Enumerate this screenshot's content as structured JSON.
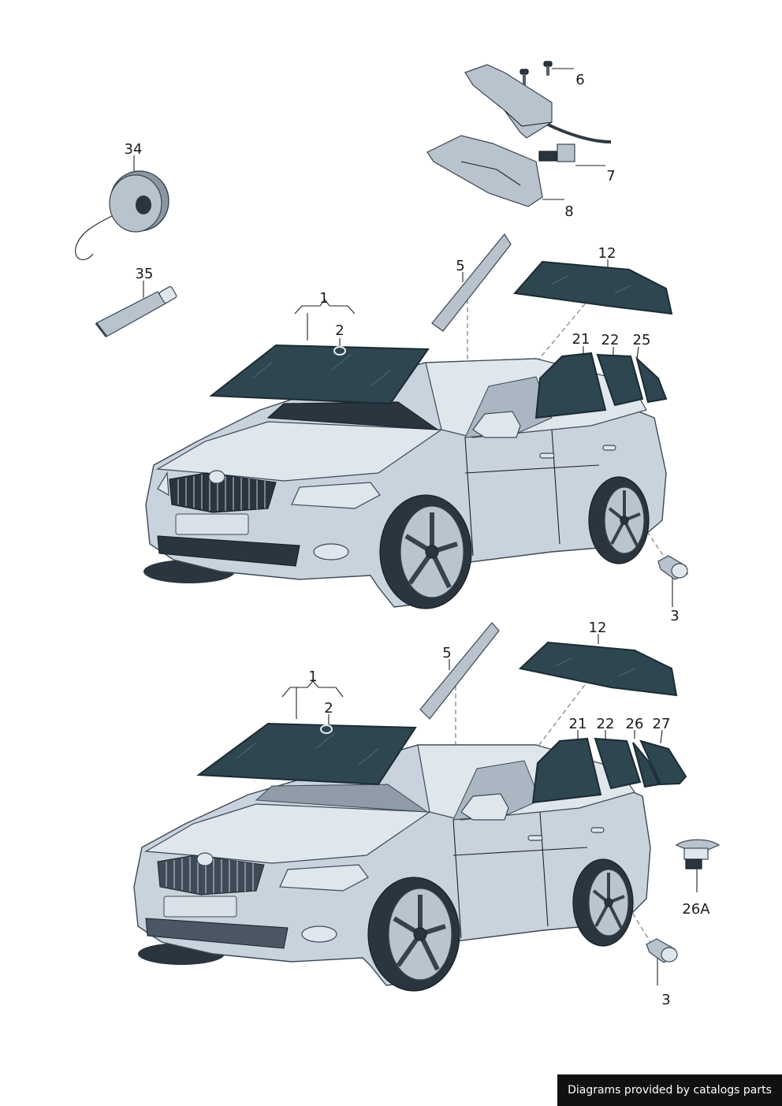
{
  "labels": {
    "l34": "34",
    "l35": "35",
    "l6": "6",
    "l7": "7",
    "l8": "8",
    "l5a": "5",
    "l12a": "12",
    "l1a": "1",
    "l2a": "2",
    "l21a": "21",
    "l22a": "22",
    "l25": "25",
    "l3a": "3",
    "l5b": "5",
    "l12b": "12",
    "l1b": "1",
    "l2b": "2",
    "l21b": "21",
    "l22b": "22",
    "l26": "26",
    "l27": "27",
    "l26A": "26A",
    "l3b": "3"
  },
  "footer": {
    "text": "Diagrams provided by catalogs parts"
  },
  "colors": {
    "glass": "#2e4650",
    "body": "#c9d3dd",
    "footer_bg": "#111111"
  }
}
